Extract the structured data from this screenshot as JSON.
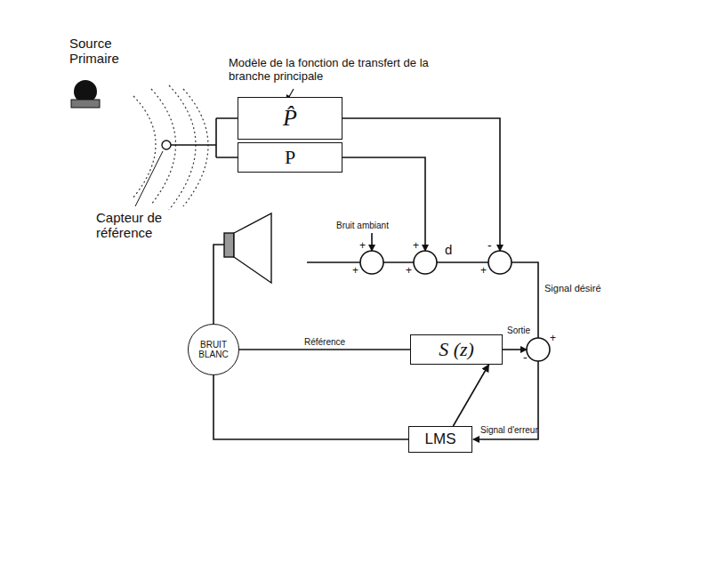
{
  "diagram": {
    "nodes": [
      {
        "text": [
          "P̂"
        ]
      },
      {
        "text": [
          "P"
        ]
      },
      {
        "text": [
          "BRUIT BLANC"
        ]
      },
      {
        "text": [
          "S (z)"
        ]
      },
      {
        "text": [
          "LMS"
        ]
      }
    ],
    "edges": [
      {
        "from": 2,
        "to": 3,
        "arrow": "none",
        "label": "Référence"
      },
      {
        "from": 2,
        "to": 4,
        "arrow": "none"
      },
      {
        "from": 4,
        "to": 3,
        "arrow": "to"
      }
    ],
    "labels": [
      "Modèle de la fonction de transfert de la branche principale",
      "Source Primaire",
      "Capteur de référence",
      "Bruit ambiant",
      "d",
      "Signal désiré",
      "Sortie",
      "Signal d'erreur",
      "+",
      "+",
      "+",
      "+",
      "-",
      "+",
      "-",
      "+"
    ]
  }
}
